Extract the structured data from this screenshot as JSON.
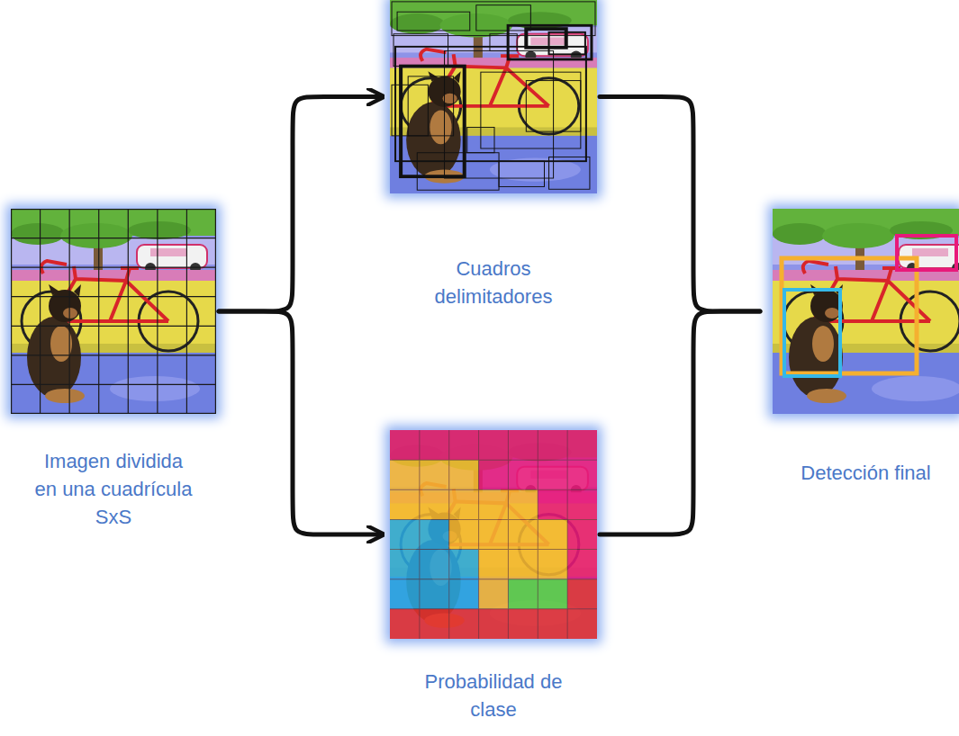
{
  "diagram": {
    "nodes": [
      {
        "text": [
          "Imagen dividida en una cuadrícula SxS"
        ]
      },
      {
        "text": [
          "Cuadros delimitadores"
        ]
      },
      {
        "text": [
          "Probabilidad de clase"
        ]
      },
      {
        "text": [
          "Detección final"
        ]
      }
    ],
    "edges": [
      {
        "from": 0,
        "to": 1,
        "arrow": "to"
      },
      {
        "from": 0,
        "to": 2,
        "arrow": "to"
      },
      {
        "from": 1,
        "to": 3,
        "arrow": "none"
      },
      {
        "from": 2,
        "to": 3,
        "arrow": "none"
      }
    ]
  }
}
